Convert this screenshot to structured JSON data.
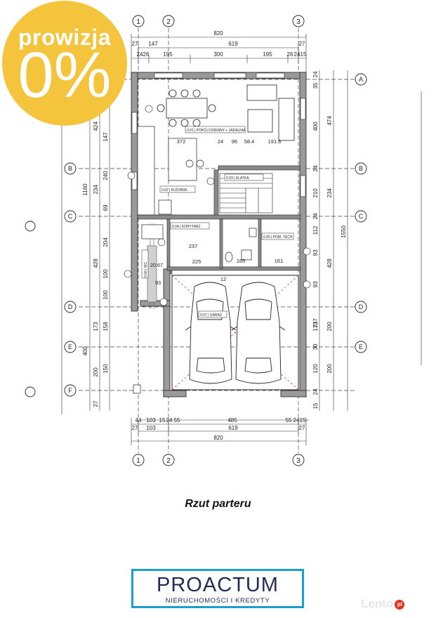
{
  "badge": {
    "line1": "prowizja",
    "line2": "0%"
  },
  "caption": "Rzut parteru",
  "logo": {
    "name": "PROACTUM",
    "subtitle": "NIERUCHOMOŚCI I KREDYTY"
  },
  "watermark": "Lento",
  "watermark_tld": "pl",
  "grid": {
    "columns": [
      "1",
      "2",
      "3"
    ],
    "rows": [
      "A",
      "B",
      "C",
      "D",
      "E",
      "F"
    ]
  },
  "dimensions": {
    "top_overall": "820",
    "top_mid": "619",
    "top_left_27": "27",
    "top_147": "147",
    "top_right_27": "27",
    "top_row": [
      "24",
      "26",
      "195",
      "300",
      "195",
      "26",
      "24",
      "15"
    ],
    "bottom_row": [
      "44",
      "103",
      "15",
      "24",
      "55",
      "485",
      "55",
      "24",
      "15"
    ],
    "bottom_mid": "619",
    "bottom_27_left": "27",
    "bottom_103": "103",
    "bottom_27_right": "27",
    "bottom_overall": "820",
    "left_outer": "1160",
    "left_col": [
      "424",
      "147",
      "240",
      "234",
      "69",
      "204",
      "428",
      "100",
      "100",
      "173",
      "158",
      "150",
      "400",
      "200",
      "27"
    ],
    "right_outer": "1550",
    "right_col": [
      "24",
      "35",
      "400",
      "474",
      "24",
      "210",
      "234",
      "24",
      "112",
      "93",
      "428",
      "93",
      "237",
      "200",
      "173",
      "30",
      "120",
      "200",
      "24",
      "15"
    ]
  },
  "rooms": {
    "living": "0.01 | POKÓJ DZIENNY + JADALNIA",
    "kitchen": "0.02 | KUCHNIA",
    "stairs": "0.03 | KLATKA",
    "hall": "0.04 | KORYTARZ",
    "tech": "0.05 | POM. TECH",
    "wc": "0.06 | WC",
    "garage": "0.07 | GARAŻ"
  },
  "interior_dims": [
    "372",
    "24",
    "96",
    "58.4",
    "191.6",
    "237",
    "225",
    "185",
    "161",
    "20",
    "12",
    "67",
    "93"
  ]
}
